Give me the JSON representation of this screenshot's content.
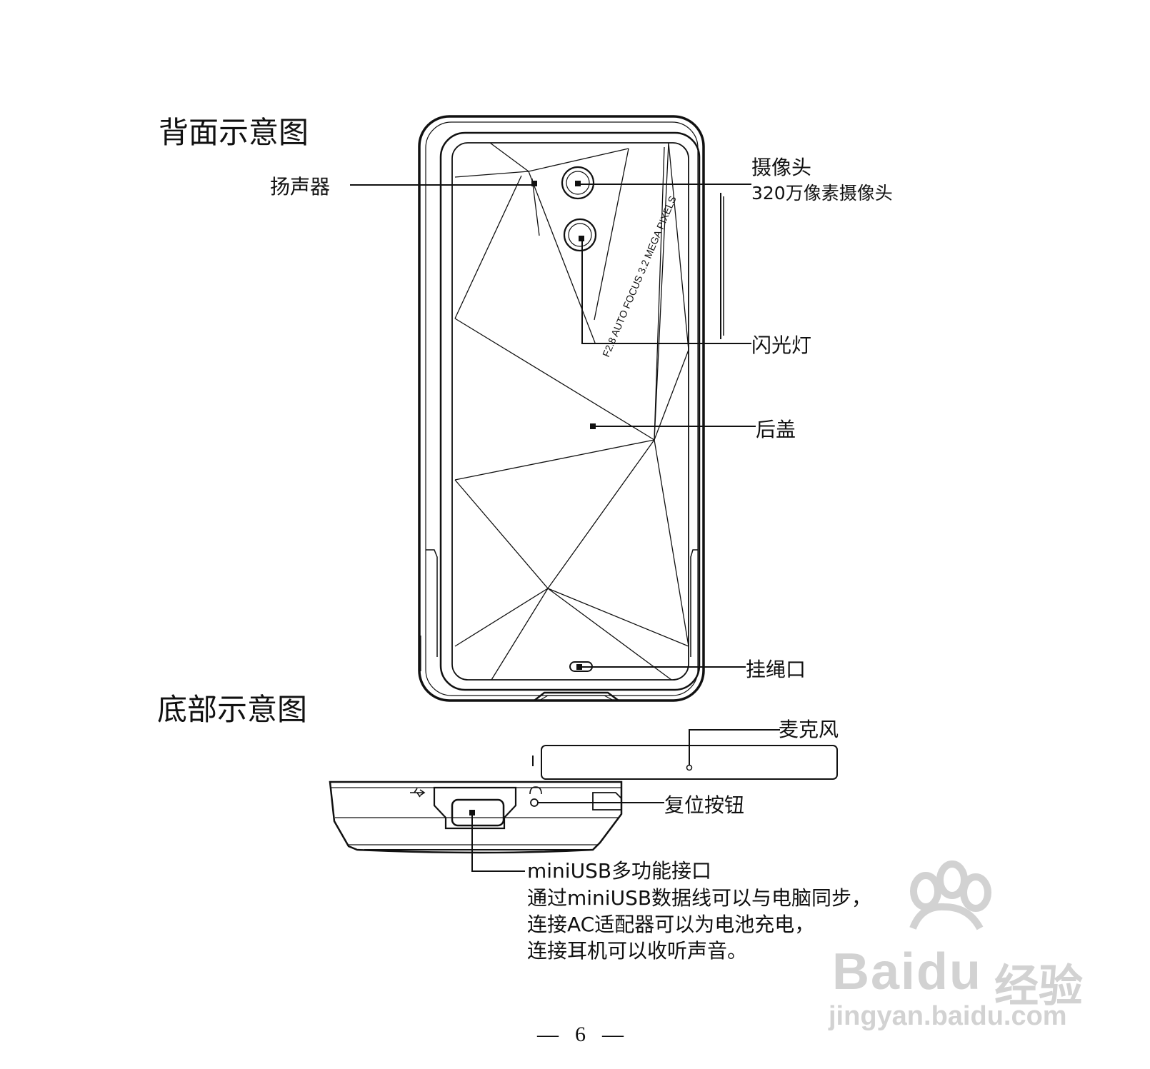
{
  "sections": {
    "back_title": "背面示意图",
    "bottom_title": "底部示意图"
  },
  "back_callouts": {
    "speaker": "扬声器",
    "camera": "摄像头",
    "camera_detail": "320万像素摄像头",
    "flash": "闪光灯",
    "back_cover": "后盖",
    "lanyard_hole": "挂绳口"
  },
  "phone_print": "F2.8 AUTO FOCUS 3.2 MEGA PIXELS",
  "bottom_callouts": {
    "microphone": "麦克风",
    "reset_button": "复位按钮",
    "usb_port": "miniUSB多功能接口",
    "usb_desc": [
      "通过miniUSB数据线可以与电脑同步，",
      "连接AC适配器可以为电池充电，",
      "连接耳机可以收听声音。"
    ]
  },
  "page_number": "6",
  "page_number_dash": "—",
  "watermark": {
    "brand_latin": "Baidu",
    "brand_cn": "经验",
    "url": "jingyan.baidu.com",
    "color": "#d2d2d2"
  }
}
